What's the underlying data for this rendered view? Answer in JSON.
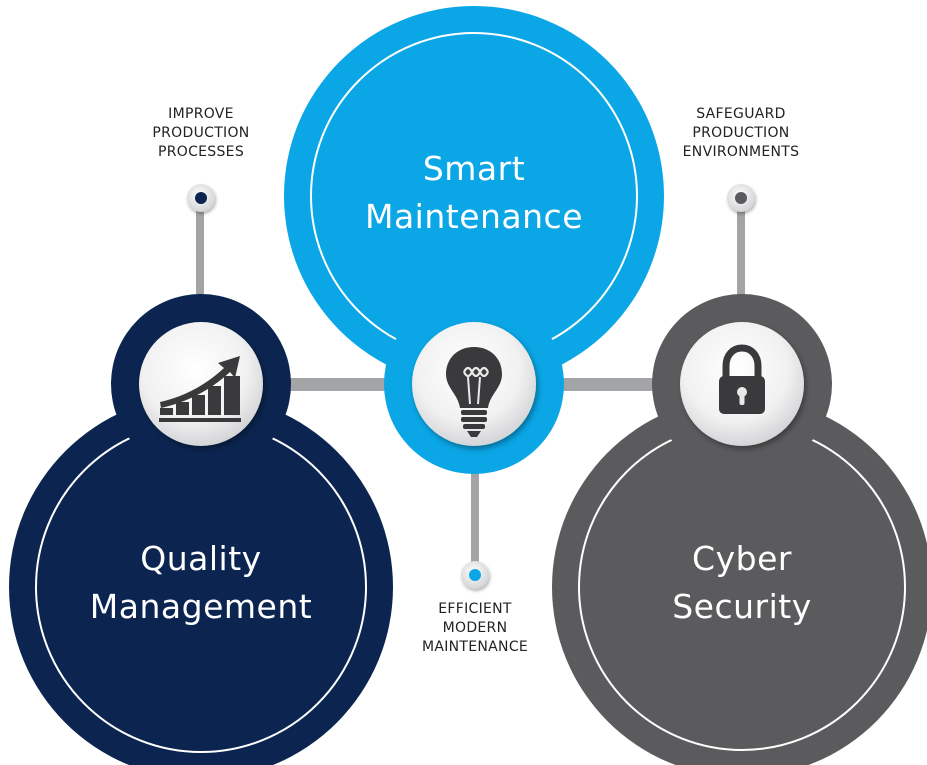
{
  "colors": {
    "navy": "#0b2550",
    "blue": "#0aa6e6",
    "gray": "#5b5b5d",
    "connector": "#a3a4a6",
    "white": "#ffffff"
  },
  "nodes": {
    "smart_maintenance": {
      "title_lines": [
        "Smart",
        "Maintenance"
      ],
      "icon": "lightbulb-icon",
      "callout_lines": [
        "EFFICIENT",
        "MODERN",
        "MAINTENANCE"
      ],
      "color": "#0aa6e6"
    },
    "quality_management": {
      "title_lines": [
        "Quality",
        "Management"
      ],
      "icon": "bar-chart-growth-icon",
      "callout_lines": [
        "IMPROVE",
        "PRODUCTION",
        "PROCESSES"
      ],
      "color": "#0b2550"
    },
    "cyber_security": {
      "title_lines": [
        "Cyber",
        "Security"
      ],
      "icon": "padlock-icon",
      "callout_lines": [
        "SAFEGUARD",
        "PRODUCTION",
        "ENVIRONMENTS"
      ],
      "color": "#5b5b5d"
    }
  }
}
